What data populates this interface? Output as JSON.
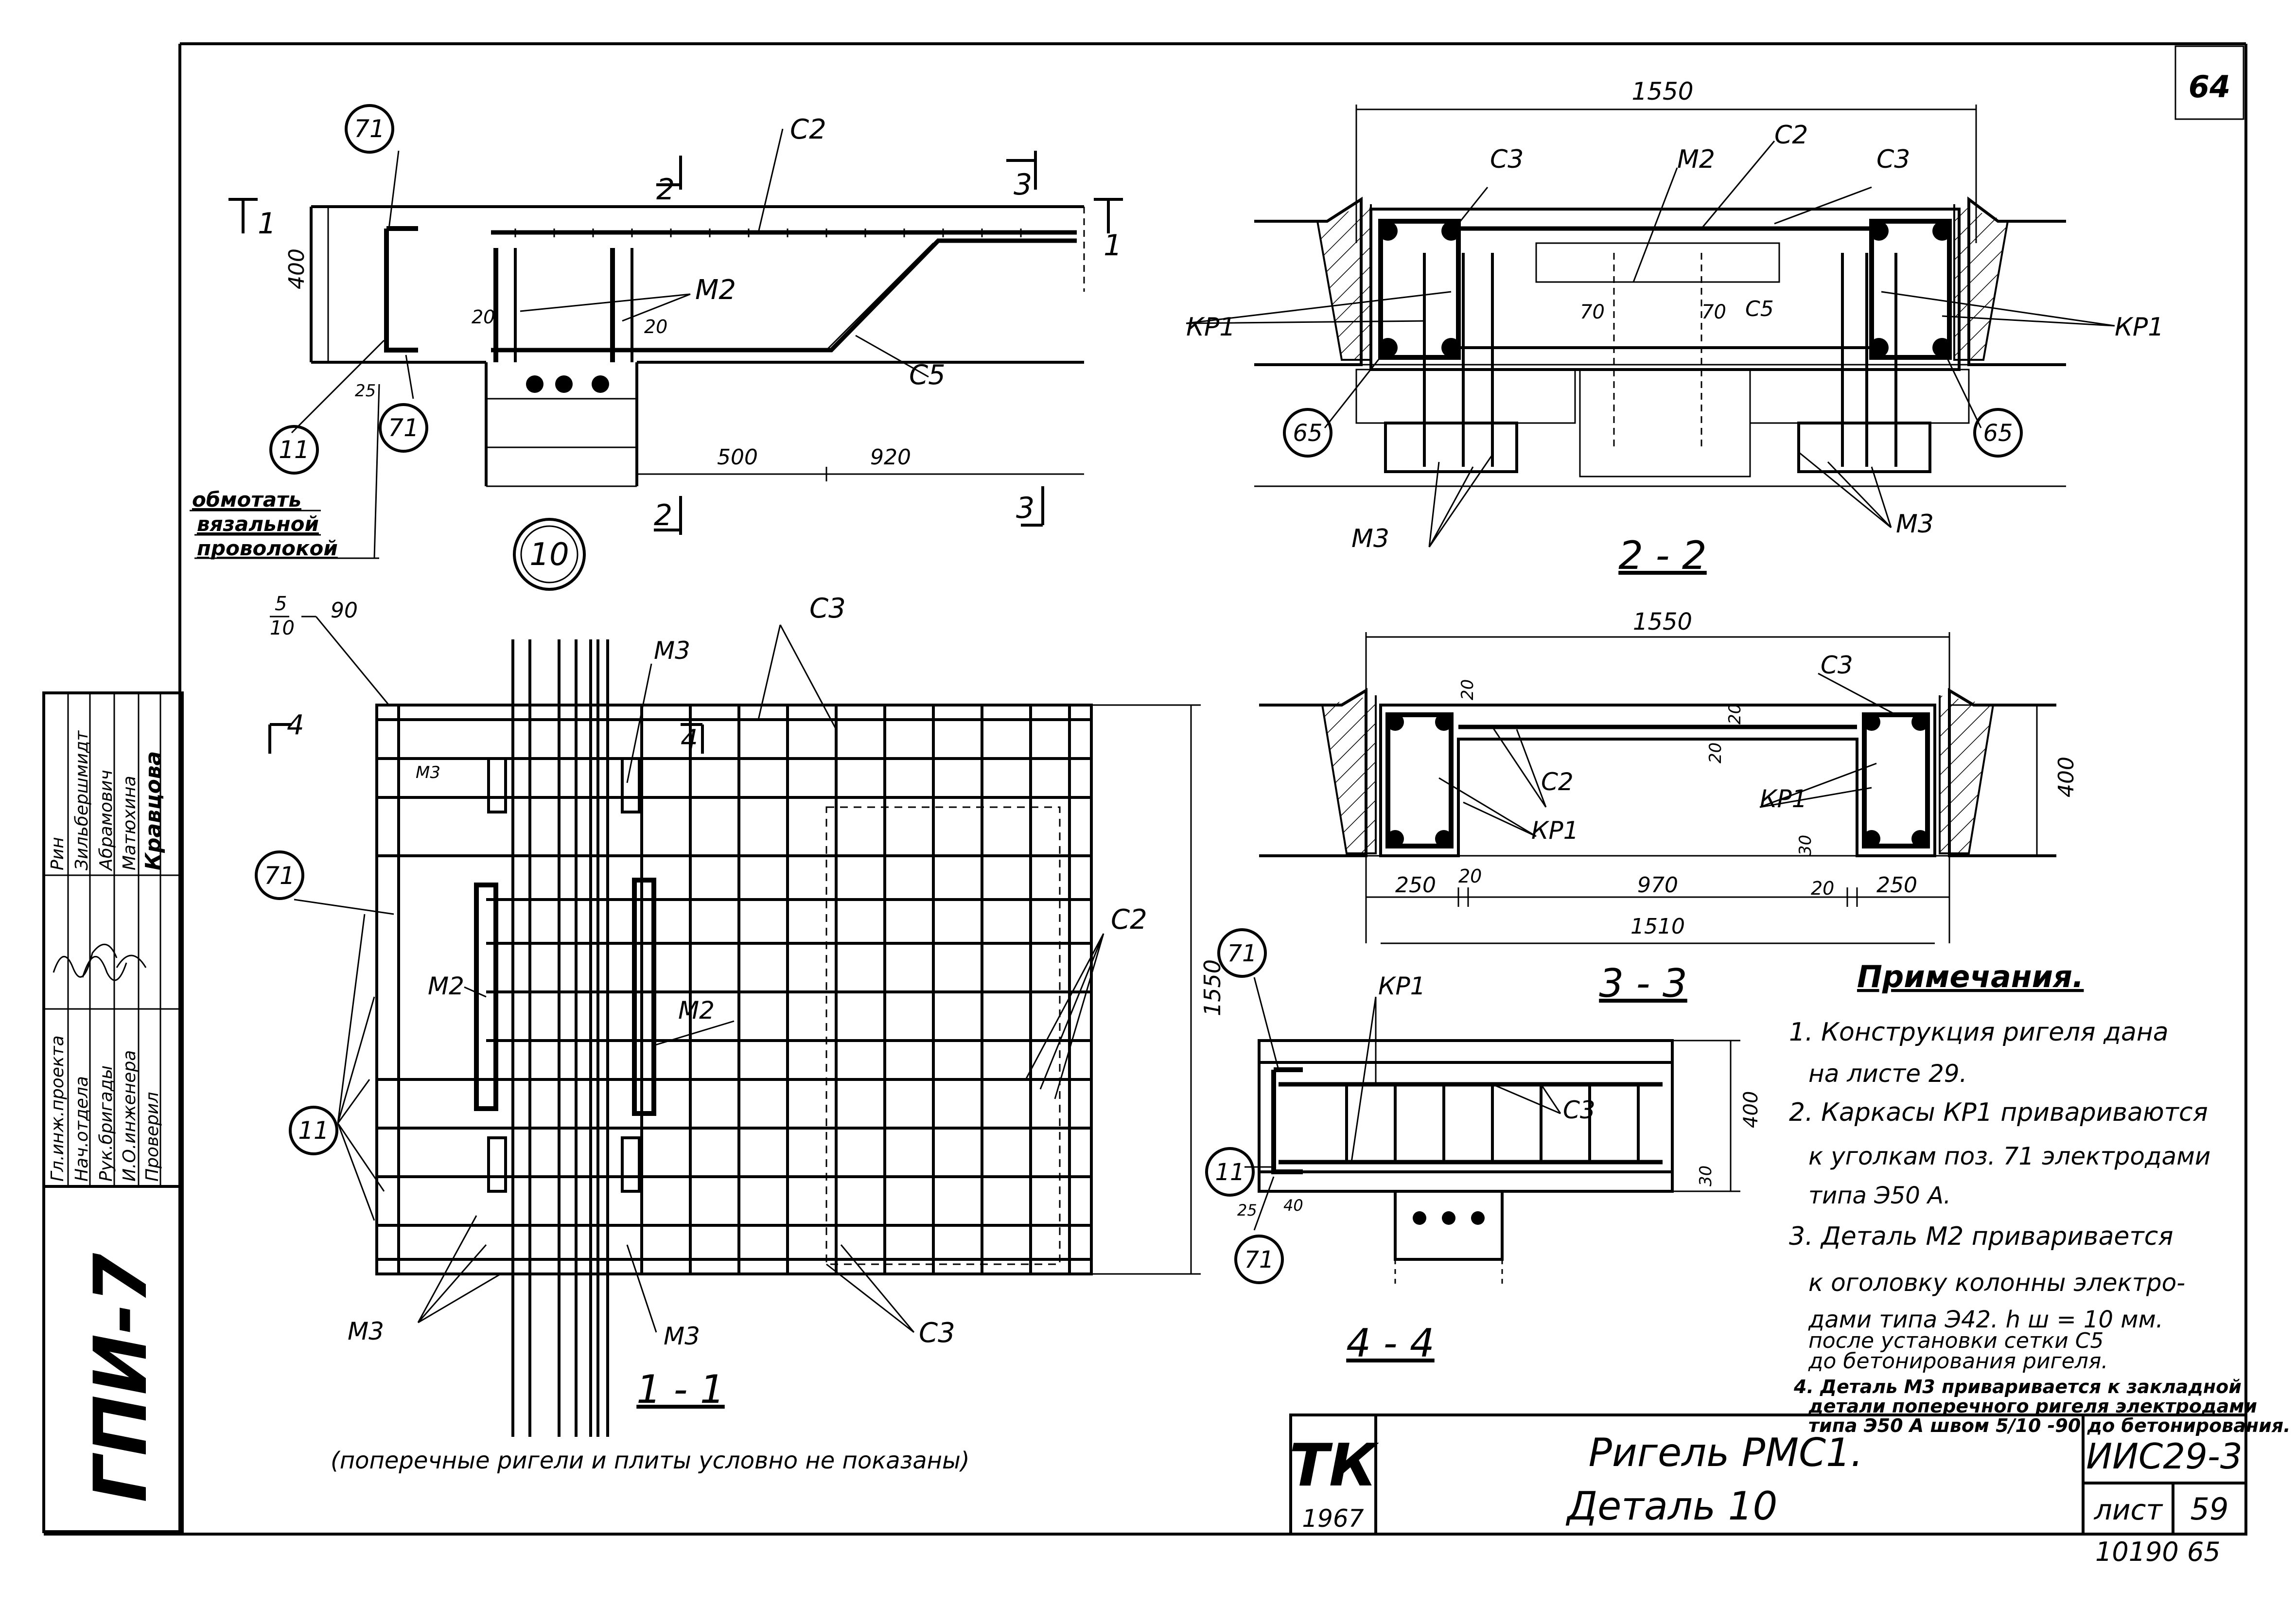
{
  "sheet": {
    "page_number": "64",
    "bottom_note": "10190  65",
    "footnote_1_1": "(поперечные ригели и плиты условно не показаны)"
  },
  "colors": {
    "ink": "#000000",
    "paper": "#ffffff"
  },
  "view_1_1": {
    "callout": "10",
    "section_title": "1 - 1",
    "labels": {
      "c2": "С2",
      "m2": "М2",
      "c5": "С5",
      "p71_top": "71",
      "p71_bottom": "71",
      "p11": "11",
      "sec1_left": "1",
      "sec1_right": "1",
      "sec2_top": "2",
      "sec2_bottom": "2",
      "sec3_top": "3",
      "sec3_bottom": "3"
    },
    "dims": {
      "height": "400",
      "d500": "500",
      "d920": "920",
      "d20a": "20",
      "d20b": "20",
      "d25": "25"
    },
    "wire_note": [
      "обмотать",
      "вязальной",
      "проволокой"
    ]
  },
  "view_plan": {
    "weld_sym_top": "5",
    "weld_sym_bottom": "10",
    "weld_len": "90",
    "sec4": "4",
    "sec4_cut": "4",
    "labels": {
      "c3_top": "С3",
      "m3_top": "М3",
      "m3_small": "М3",
      "p71": "71",
      "m2_left": "М2",
      "m2_mid": "М2",
      "c2": "С2",
      "p11": "11",
      "m3_bl": "М3",
      "m3_br": "М3",
      "c3_bottom": "С3"
    },
    "dim_1550": "1550"
  },
  "view_2_2": {
    "title": "2 - 2",
    "dim_1550": "1550",
    "labels": {
      "c3_left": "С3",
      "m2": "М2",
      "c2": "С2",
      "c3_right": "С3",
      "kp1_left": "КР1",
      "kp1_right": "КР1",
      "d70a": "70",
      "d70b": "70",
      "c5": "С5",
      "p65_left": "65",
      "p65_right": "65",
      "m3_left": "М3",
      "m3_right": "М3"
    }
  },
  "view_3_3": {
    "title": "3 - 3",
    "dim_1550": "1550",
    "dim_400": "400",
    "labels": {
      "c3": "С3",
      "c2": "С2",
      "kp1_left": "КР1",
      "kp1_right": "КР1"
    },
    "dims": {
      "d20a": "20",
      "d20b": "20",
      "d20c": "20",
      "d30": "30",
      "d250a": "250",
      "d20d": "20",
      "d970": "970",
      "d20e": "20",
      "d250b": "250",
      "d1510": "1510"
    }
  },
  "view_4_4": {
    "title": "4 - 4",
    "labels": {
      "p71_top": "71",
      "kp1": "КР1",
      "c3": "С3",
      "p11": "11",
      "p71_bottom": "71"
    },
    "dims": {
      "d400": "400",
      "d30": "30",
      "d25": "25",
      "d40": "40"
    }
  },
  "notes": {
    "heading": "Примечания.",
    "lines": [
      "1. Конструкция ригеля дана",
      "на листе 29.",
      "2. Каркасы КР1 привариваются",
      "к уголкам поз. 71 электродами",
      "типа Э50 А.",
      "3. Деталь М2 приваривается",
      "к оголовку колонны электро-",
      "дами типа Э42. h ш = 10 мм.",
      "после установки сетки С5",
      "до бетонирования ригеля.",
      "4. Деталь М3 приваривается к закладной",
      "детали поперечного ригеля электродами",
      "типа Э50 А швом 5/10 -90 до бетонирования."
    ]
  },
  "side_stamp": {
    "code": "ГПИ-7",
    "roles": [
      "Гл.инж.проекта",
      "Нач.отдела",
      "Рук.бригады",
      "И.О.инженера",
      "Проверил"
    ],
    "names": [
      "Рин",
      "Зильбершмидт",
      "Абрамович",
      "Матюхина",
      "Кравцова"
    ]
  },
  "title_block": {
    "logo": "ТК",
    "year": "1967",
    "title_line1": "Ригель РМС1.",
    "title_line2": "Деталь 10",
    "code": "ИИС29-3",
    "sheet_label": "лист",
    "sheet_num": "59"
  }
}
